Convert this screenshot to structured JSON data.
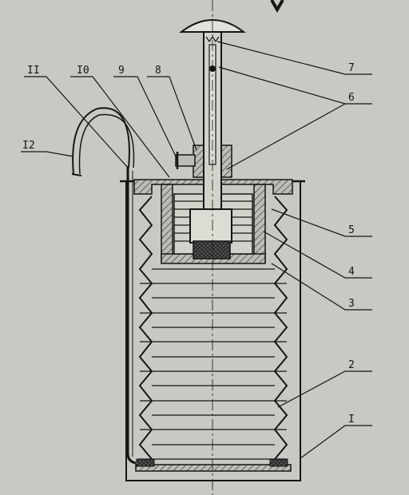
{
  "callouts": [
    {
      "id": "1",
      "text": "I"
    },
    {
      "id": "2",
      "text": "2"
    },
    {
      "id": "3",
      "text": "3"
    },
    {
      "id": "4",
      "text": "4"
    },
    {
      "id": "5",
      "text": "5"
    },
    {
      "id": "6",
      "text": "6"
    },
    {
      "id": "7",
      "text": "7"
    },
    {
      "id": "8",
      "text": "8"
    },
    {
      "id": "9",
      "text": "9"
    },
    {
      "id": "10",
      "text": "I0"
    },
    {
      "id": "11",
      "text": "II"
    },
    {
      "id": "12",
      "text": "I2"
    }
  ],
  "colors": {
    "paper": "#c9c9c3",
    "ink": "#151515",
    "hatch": "#3a3a3a"
  }
}
